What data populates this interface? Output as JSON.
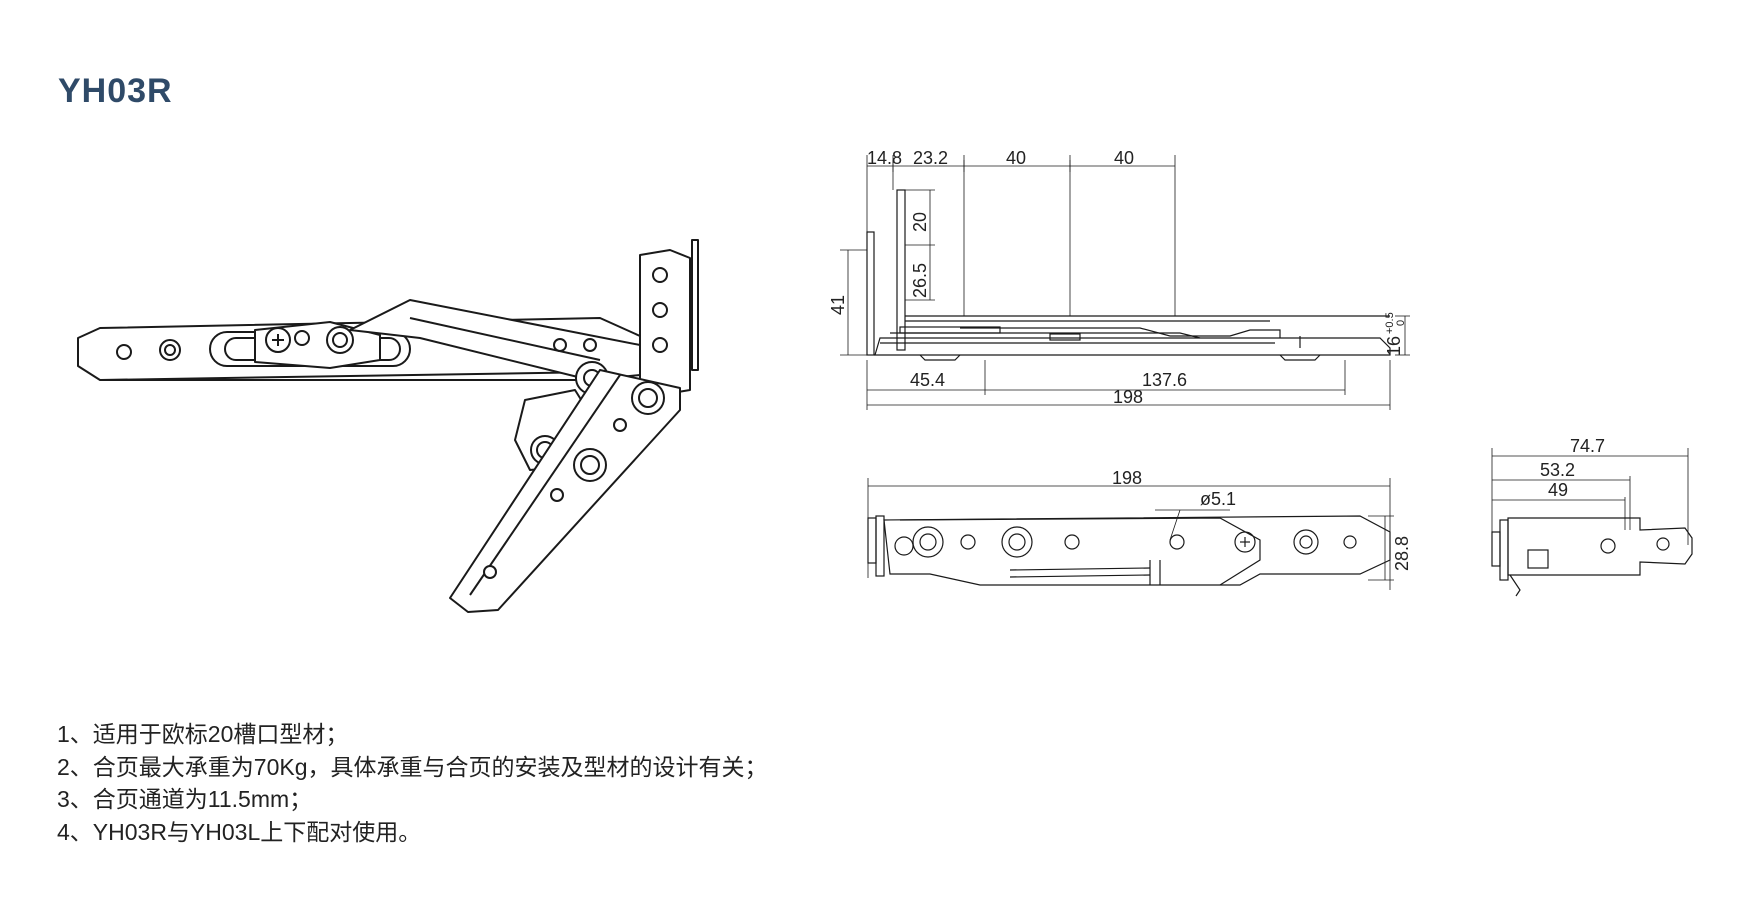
{
  "model": "YH03R",
  "notes": [
    "1、适用于欧标20槽口型材；",
    "2、合页最大承重为70Kg，具体承重与合页的安装及型材的设计有关；",
    "3、合页通道为11.5mm；",
    "4、YH03R与YH03L上下配对使用。"
  ],
  "dims": {
    "d14_8": "14.8",
    "d23_2": "23.2",
    "d40a": "40",
    "d40b": "40",
    "d20": "20",
    "d26_5": "26.5",
    "d41": "41",
    "d16": "16",
    "tol_up": "+0.5",
    "tol_dn": "0",
    "d45_4": "45.4",
    "d137_6": "137.6",
    "d198_side": "198",
    "d198_top": "198",
    "phi5_1": "ø5.1",
    "d28_8": "28.8",
    "d74_7": "74.7",
    "d53_2": "53.2",
    "d49": "49"
  }
}
